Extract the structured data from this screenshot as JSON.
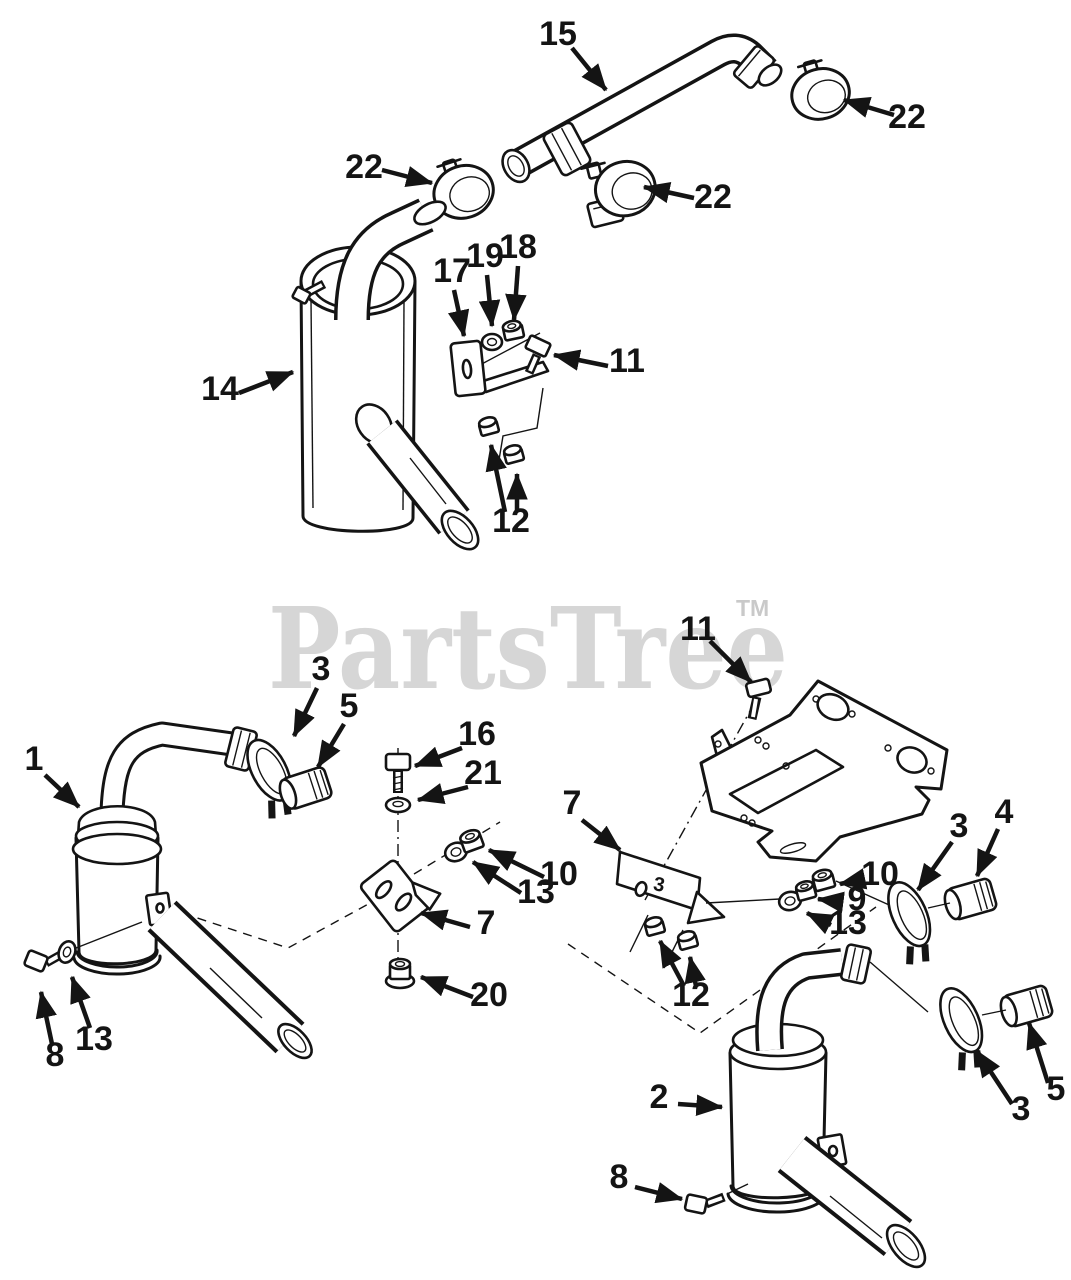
{
  "watermark": {
    "text": "PartsTree",
    "tm": "TM"
  },
  "colors": {
    "background": "#ffffff",
    "line": "#141414",
    "watermark": "#d6d6d6"
  },
  "diagram": {
    "bracket_stamp": "3",
    "callouts": [
      {
        "label": "15"
      },
      {
        "label": "22"
      },
      {
        "label": "22"
      },
      {
        "label": "22"
      },
      {
        "label": "17"
      },
      {
        "label": "19"
      },
      {
        "label": "18"
      },
      {
        "label": "11"
      },
      {
        "label": "14"
      },
      {
        "label": "12"
      },
      {
        "label": "11"
      },
      {
        "label": "3"
      },
      {
        "label": "5"
      },
      {
        "label": "1"
      },
      {
        "label": "16"
      },
      {
        "label": "21"
      },
      {
        "label": "7"
      },
      {
        "label": "10"
      },
      {
        "label": "13"
      },
      {
        "label": "7"
      },
      {
        "label": "20"
      },
      {
        "label": "13"
      },
      {
        "label": "8"
      },
      {
        "label": "10"
      },
      {
        "label": "9"
      },
      {
        "label": "13"
      },
      {
        "label": "12"
      },
      {
        "label": "3"
      },
      {
        "label": "4"
      },
      {
        "label": "3"
      },
      {
        "label": "5"
      },
      {
        "label": "2"
      },
      {
        "label": "8"
      }
    ]
  }
}
